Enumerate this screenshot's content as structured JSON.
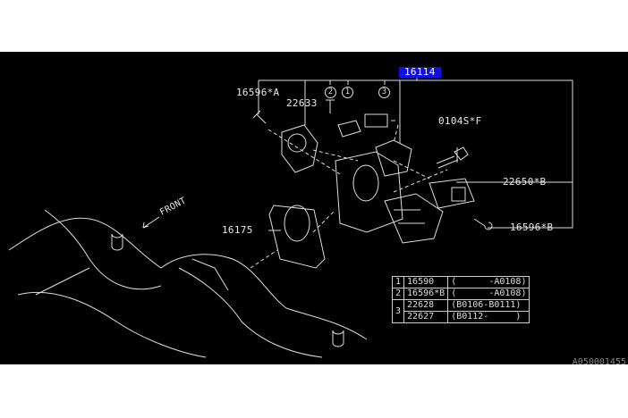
{
  "diagram": {
    "main_part": "16114",
    "labels": {
      "p16596a": "16596*A",
      "p22633": "22633",
      "p0104sf": "0104S*F",
      "p22650b": "22650*B",
      "p16596b": "16596*B",
      "p16175": "16175",
      "front": "FRONT"
    },
    "callouts": [
      "1",
      "2",
      "3"
    ],
    "table": [
      {
        "ref": "1",
        "part": "16590",
        "range": "(      -A0108)"
      },
      {
        "ref": "2",
        "part": "16596*B",
        "range": "(      -A0108)"
      },
      {
        "ref": "3",
        "part": "22628",
        "range": "(B0106-B0111)"
      },
      {
        "ref": "",
        "part": "22627",
        "range": "(B0112-     )"
      }
    ],
    "figure_code": "A050001455"
  }
}
